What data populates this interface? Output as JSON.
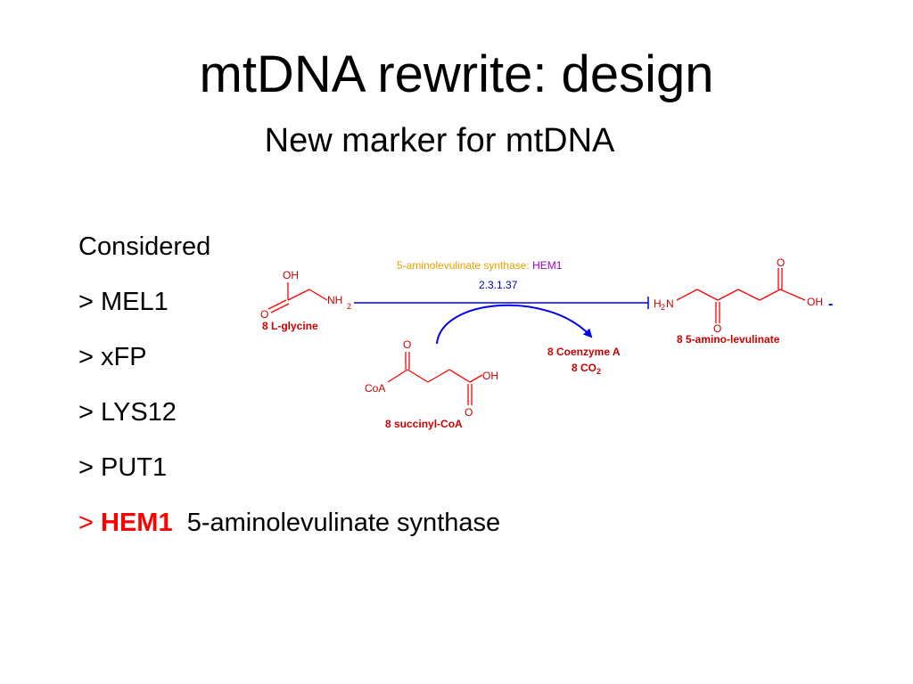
{
  "slide": {
    "title": "mtDNA rewrite: design",
    "subtitle": "New marker for mtDNA"
  },
  "list": {
    "heading": "Considered",
    "items": [
      {
        "prefix": ">",
        "label": "MEL1"
      },
      {
        "prefix": ">",
        "label": "xFP"
      },
      {
        "prefix": ">",
        "label": "LYS12"
      },
      {
        "prefix": ">",
        "label": "PUT1"
      }
    ],
    "highlight": {
      "prefix": ">",
      "label": "HEM1",
      "description": "5-aminolevulinate synthase"
    }
  },
  "reaction": {
    "enzyme_name": "5-aminolevulinate synthase:",
    "enzyme_gene": "HEM1",
    "ec_number": "2.3.1.37",
    "substrate_1": "8 L-glycine",
    "substrate_2": "8 succinyl-CoA",
    "product_main": "8 5-amino-levulinate",
    "byproduct_1": "8 Coenzyme A",
    "byproduct_2_prefix": "8 CO",
    "byproduct_2_sub": "2",
    "atoms": {
      "oh": "OH",
      "o": "O",
      "nh": "NH",
      "h": "H",
      "n": "N",
      "sub2": "2",
      "coa": "CoA",
      "minus": "-"
    }
  },
  "colors": {
    "accent": "#ff0000",
    "enzyme": "#e8a000",
    "gene": "#9900cc",
    "ec": "#0000cc",
    "label": "#cc0000",
    "bond": "#ff0000",
    "arrow": "#0000ee"
  }
}
